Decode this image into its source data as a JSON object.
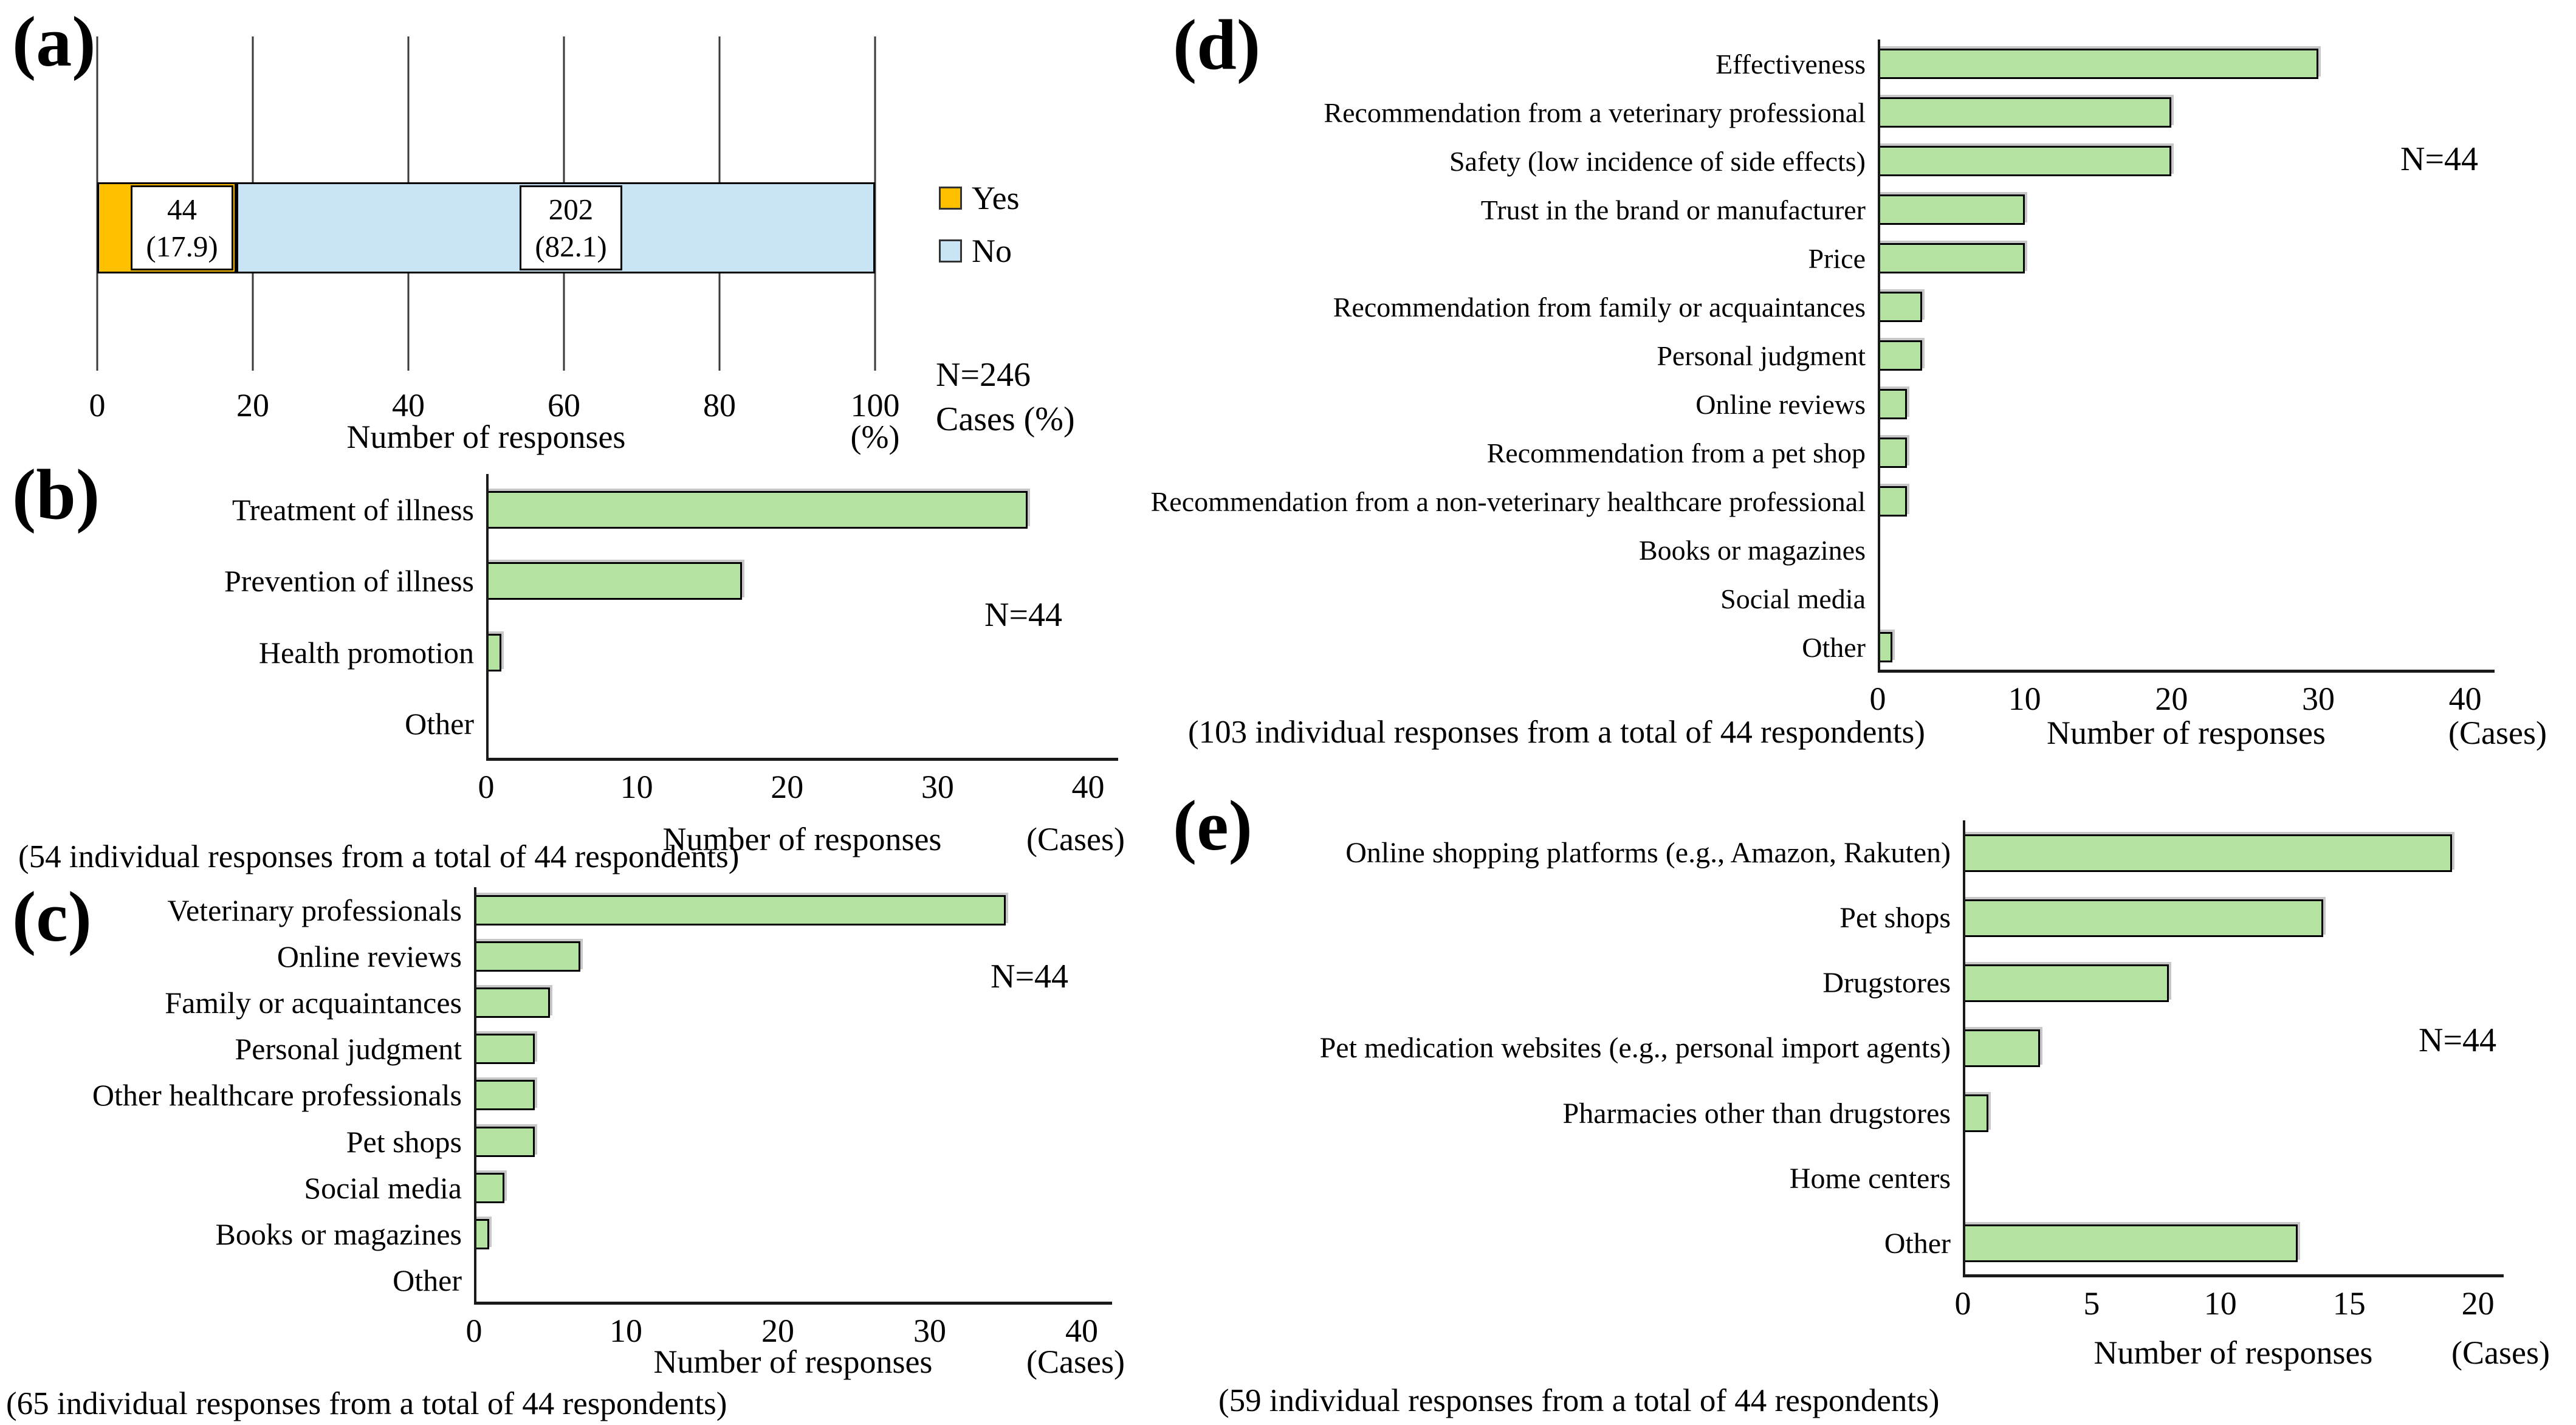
{
  "chart_data": [
    {
      "panel": "a",
      "type": "bar",
      "subtype": "stacked-horizontal",
      "letter": "(a)",
      "categories": [
        "Yes",
        "No"
      ],
      "values_pct": [
        17.9,
        82.1
      ],
      "counts": [
        44,
        202
      ],
      "box_labels": [
        [
          "44",
          "(17.9)"
        ],
        [
          "202",
          "(82.1)"
        ]
      ],
      "colors": [
        "#FFC000",
        "#C9E4F5"
      ],
      "xlabel": "Number of responses",
      "x_unit": "(%)",
      "xlim": [
        0,
        100
      ],
      "xticks": [
        0,
        20,
        40,
        60,
        80,
        100
      ],
      "legend_position": "right",
      "n_label": "N=246",
      "cases_label": "Cases (%)",
      "grid": true
    },
    {
      "panel": "b",
      "type": "bar",
      "orientation": "horizontal",
      "letter": "(b)",
      "categories": [
        "Treatment of illness",
        "Prevention of illness",
        "Health promotion",
        "Other"
      ],
      "values": [
        36,
        17,
        1,
        0
      ],
      "bar_color": "#B3E2A1",
      "xlabel": "Number of responses",
      "x_unit": "(Cases)",
      "xlim": [
        0,
        40
      ],
      "xticks": [
        0,
        10,
        20,
        30,
        40
      ],
      "n_label": "N=44",
      "caption": "(54 individual responses from a total of 44 respondents)",
      "grid": false
    },
    {
      "panel": "c",
      "type": "bar",
      "orientation": "horizontal",
      "letter": "(c)",
      "categories": [
        "Veterinary professionals",
        "Online reviews",
        "Family or acquaintances",
        "Personal judgment",
        "Other healthcare professionals",
        "Pet shops",
        "Social media",
        "Books or magazines",
        "Other"
      ],
      "values": [
        35,
        7,
        5,
        4,
        4,
        4,
        2,
        1,
        0
      ],
      "bar_color": "#B3E2A1",
      "xlabel": "Number of responses",
      "x_unit": "(Cases)",
      "xlim": [
        0,
        40
      ],
      "xticks": [
        0,
        10,
        20,
        30,
        40
      ],
      "n_label": "N=44",
      "caption": "(65 individual responses from a total of 44 respondents)",
      "grid": false
    },
    {
      "panel": "d",
      "type": "bar",
      "orientation": "horizontal",
      "letter": "(d)",
      "categories": [
        "Effectiveness",
        "Recommendation from a veterinary professional",
        "Safety (low incidence of side effects)",
        "Trust in the brand or manufacturer",
        "Price",
        "Recommendation from family or acquaintances",
        "Personal judgment",
        "Online reviews",
        "Recommendation from a pet shop",
        "Recommendation from a non-veterinary healthcare professional",
        "Books or magazines",
        "Social media",
        "Other"
      ],
      "values": [
        30,
        20,
        20,
        10,
        10,
        3,
        3,
        2,
        2,
        2,
        0,
        0,
        1
      ],
      "bar_color": "#B3E2A1",
      "xlabel": "Number of responses",
      "x_unit": "(Cases)",
      "xlim": [
        0,
        40
      ],
      "xticks": [
        0,
        10,
        20,
        30,
        40
      ],
      "n_label": "N=44",
      "caption": "(103 individual responses from a total of 44 respondents)",
      "grid": false
    },
    {
      "panel": "e",
      "type": "bar",
      "orientation": "horizontal",
      "letter": "(e)",
      "categories": [
        "Online shopping platforms (e.g., Amazon, Rakuten)",
        "Pet shops",
        "Drugstores",
        "Pet medication websites (e.g., personal import agents)",
        "Pharmacies other than drugstores",
        "Home centers",
        "Other"
      ],
      "values": [
        19,
        14,
        8,
        3,
        1,
        0,
        13
      ],
      "bar_color": "#B3E2A1",
      "xlabel": "Number of responses",
      "x_unit": "(Cases)",
      "xlim": [
        0,
        20
      ],
      "xticks": [
        0,
        5,
        10,
        15,
        20
      ],
      "n_label": "N=44",
      "caption": "(59 individual responses from a total of 44 respondents)",
      "grid": false
    }
  ]
}
